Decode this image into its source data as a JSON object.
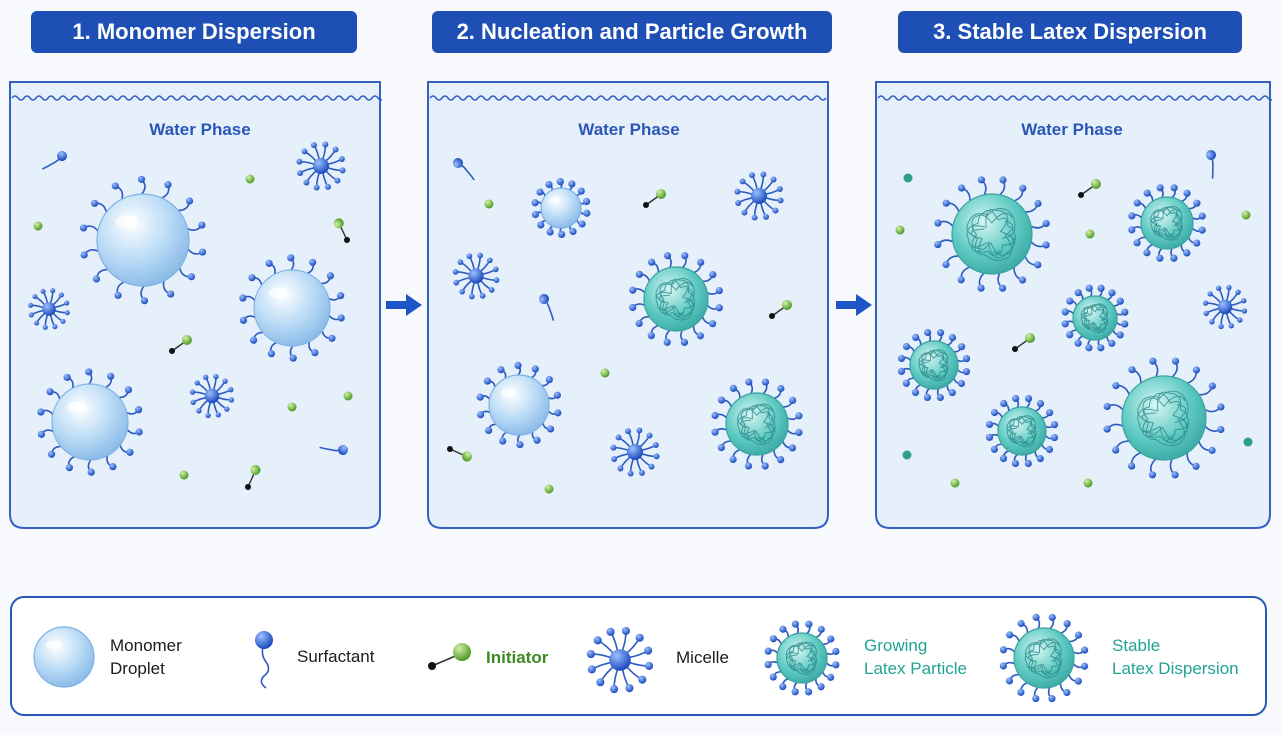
{
  "stages": [
    {
      "label": "1. Monomer Dispersion",
      "phase_label": "Water Phase"
    },
    {
      "label": "2. Nucleation and Particle Growth",
      "phase_label": "Water Phase"
    },
    {
      "label": "3. Stable Latex Dispersion",
      "phase_label": "Water Phase"
    }
  ],
  "legend": {
    "monomer_droplet": {
      "line1": "Monomer",
      "line2": "Droplet"
    },
    "surfactant": "Surfactant",
    "initiator": "Initiator",
    "micelle": "Micelle",
    "growing_particle": {
      "line1": "Growing",
      "line2": "Latex Particle"
    },
    "stable_dispersion": {
      "line1": "Stable",
      "line2": "Latex Dispersion"
    }
  },
  "colors": {
    "header_bg": "#1e4fb5",
    "tank_fill": "#e6f0fb",
    "tank_border": "#3460c0",
    "surfactant_head": "#2a5fd0",
    "initiator_green": "#7cc24a",
    "latex_teal": "#5cc9c2",
    "droplet_blue": "#bcdcf6"
  },
  "icons": [
    "monomer-droplet-icon",
    "surfactant-icon",
    "initiator-icon",
    "micelle-icon",
    "growing-latex-particle-icon",
    "stable-latex-dispersion-icon",
    "arrow-right-icon"
  ]
}
